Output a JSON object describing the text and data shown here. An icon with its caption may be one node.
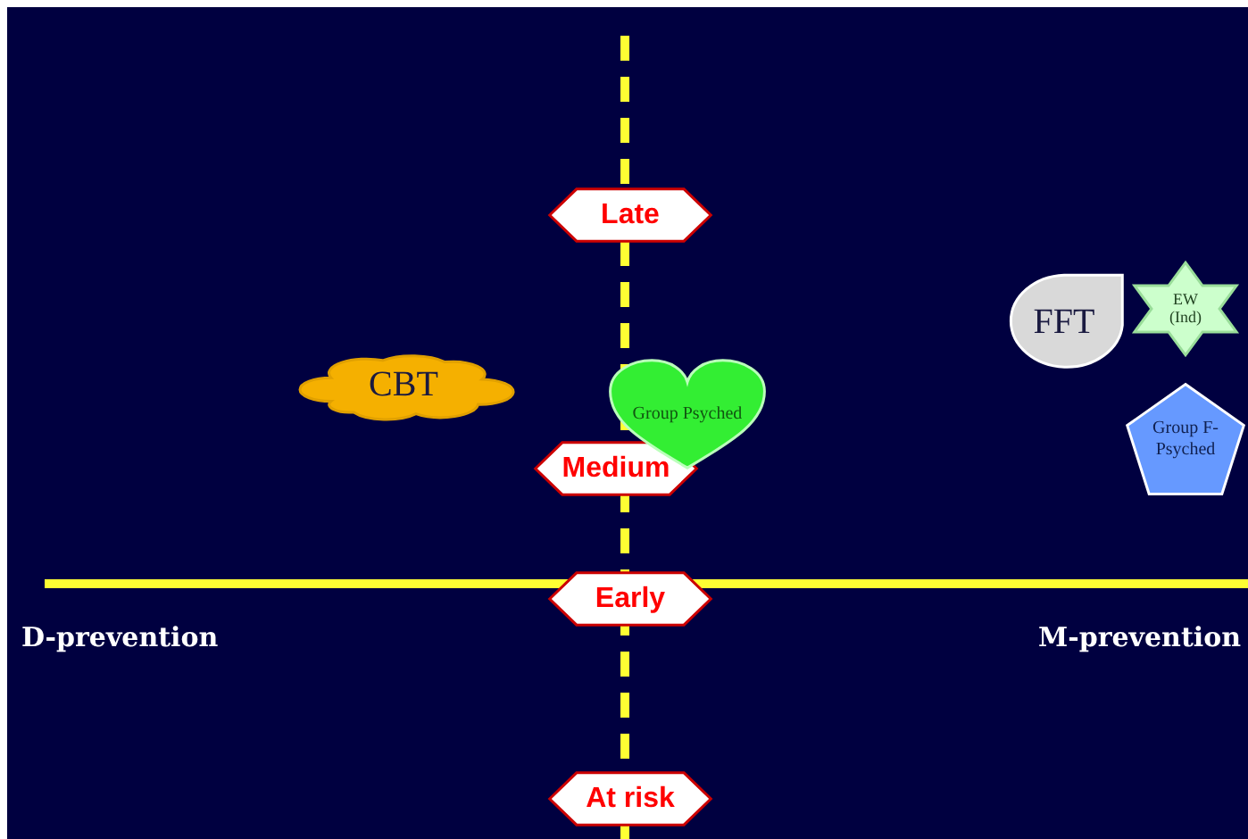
{
  "diagram": {
    "nodes": [
      {
        "text": [
          "Late"
        ]
      },
      {
        "text": [
          "FFT"
        ]
      },
      {
        "text": [
          "EW (Ind)"
        ]
      },
      {
        "text": [
          "CBT"
        ]
      },
      {
        "text": [
          "Group Psyched"
        ]
      },
      {
        "text": [
          "Medium"
        ]
      },
      {
        "text": [
          "Group F-Psyched"
        ]
      },
      {
        "text": [
          "Early"
        ]
      },
      {
        "text": [
          "At risk"
        ]
      }
    ],
    "edges": [],
    "labels": [
      "D-prevention",
      "M-prevention"
    ]
  }
}
